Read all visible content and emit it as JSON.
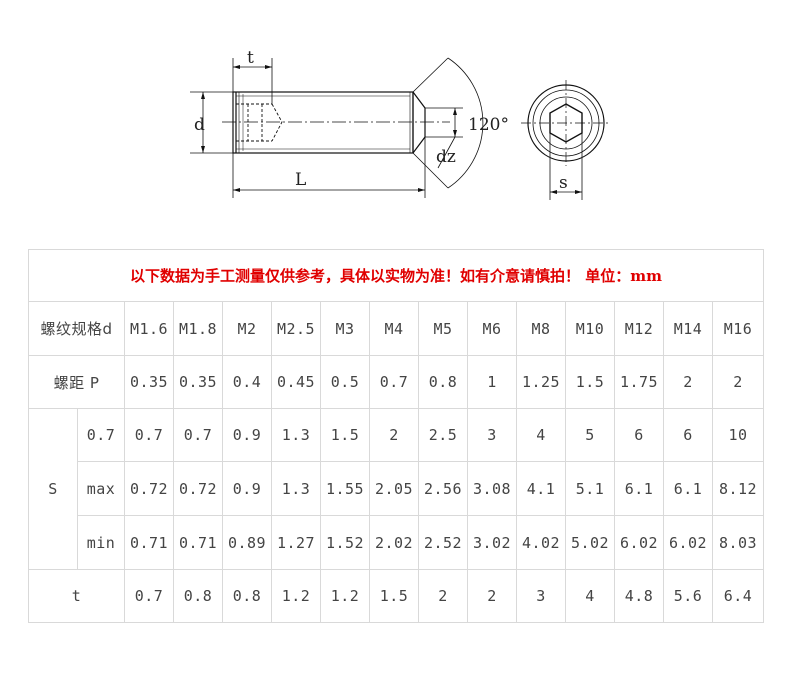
{
  "drawing": {
    "label_t": "t",
    "label_d": "d",
    "label_L": "L",
    "label_angle": "120°",
    "label_dz": "dz",
    "label_s": "s"
  },
  "notice": "以下数据为手工测量仅供参考，具体以实物为准！如有介意请慎拍！  单位：mm",
  "table": {
    "spec_header": "螺纹规格d",
    "specs": [
      "M1.6",
      "M1.8",
      "M2",
      "M2.5",
      "M3",
      "M4",
      "M5",
      "M6",
      "M8",
      "M10",
      "M12",
      "M14",
      "M16"
    ],
    "pitch_header": "螺距 P",
    "pitch": [
      "0.35",
      "0.35",
      "0.4",
      "0.45",
      "0.5",
      "0.7",
      "0.8",
      "1",
      "1.25",
      "1.5",
      "1.75",
      "2",
      "2"
    ],
    "s_header": "S",
    "s_nominal_label": "0.7",
    "s_nominal": [
      "0.7",
      "0.7",
      "0.9",
      "1.3",
      "1.5",
      "2",
      "2.5",
      "3",
      "4",
      "5",
      "6",
      "6",
      "10"
    ],
    "s_max_label": "max",
    "s_max": [
      "0.72",
      "0.72",
      "0.9",
      "1.3",
      "1.55",
      "2.05",
      "2.56",
      "3.08",
      "4.1",
      "5.1",
      "6.1",
      "6.1",
      "8.12"
    ],
    "s_min_label": "min",
    "s_min": [
      "0.71",
      "0.71",
      "0.89",
      "1.27",
      "1.52",
      "2.02",
      "2.52",
      "3.02",
      "4.02",
      "5.02",
      "6.02",
      "6.02",
      "8.03"
    ],
    "t_header": "t",
    "t": [
      "0.7",
      "0.8",
      "0.8",
      "1.2",
      "1.2",
      "1.5",
      "2",
      "2",
      "3",
      "4",
      "4.8",
      "5.6",
      "6.4"
    ]
  }
}
